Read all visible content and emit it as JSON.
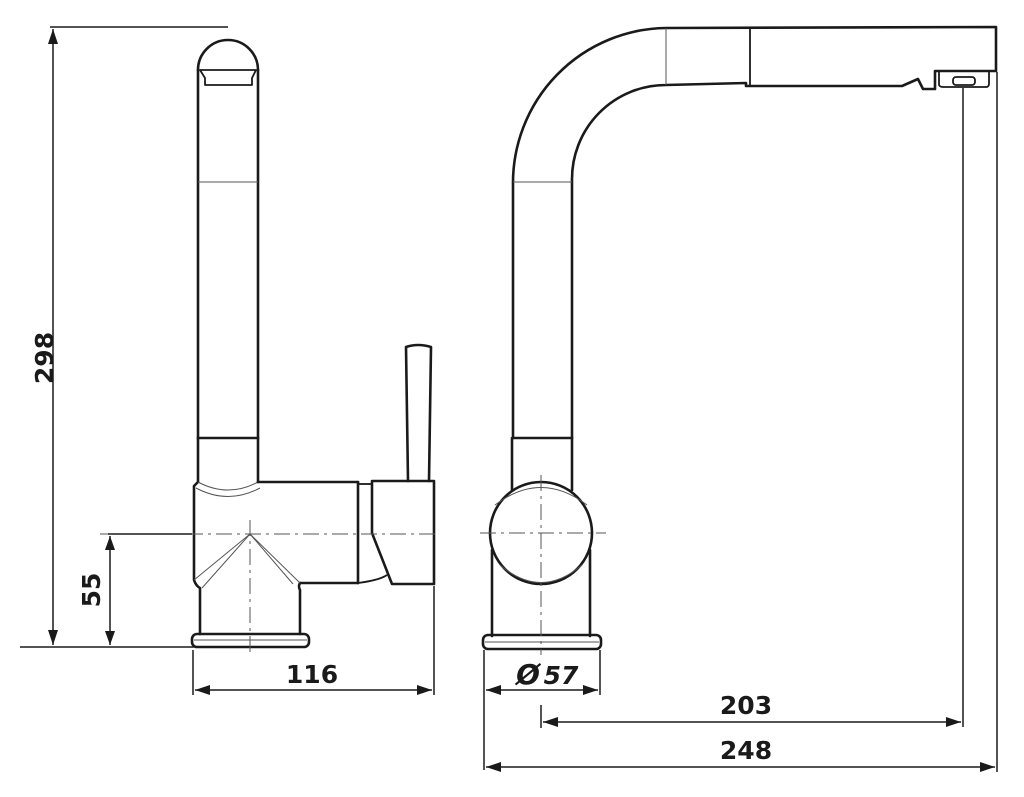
{
  "drawing": {
    "title": "Kitchen faucet technical dimension drawing",
    "views": [
      "front-view",
      "side-view"
    ],
    "units": "mm"
  },
  "dimensions": {
    "height_total": "298",
    "body_center_height": "55",
    "front_depth": "116",
    "base_diameter": "57",
    "diameter_symbol": "Ø",
    "spout_reach": "203",
    "total_length": "248"
  }
}
